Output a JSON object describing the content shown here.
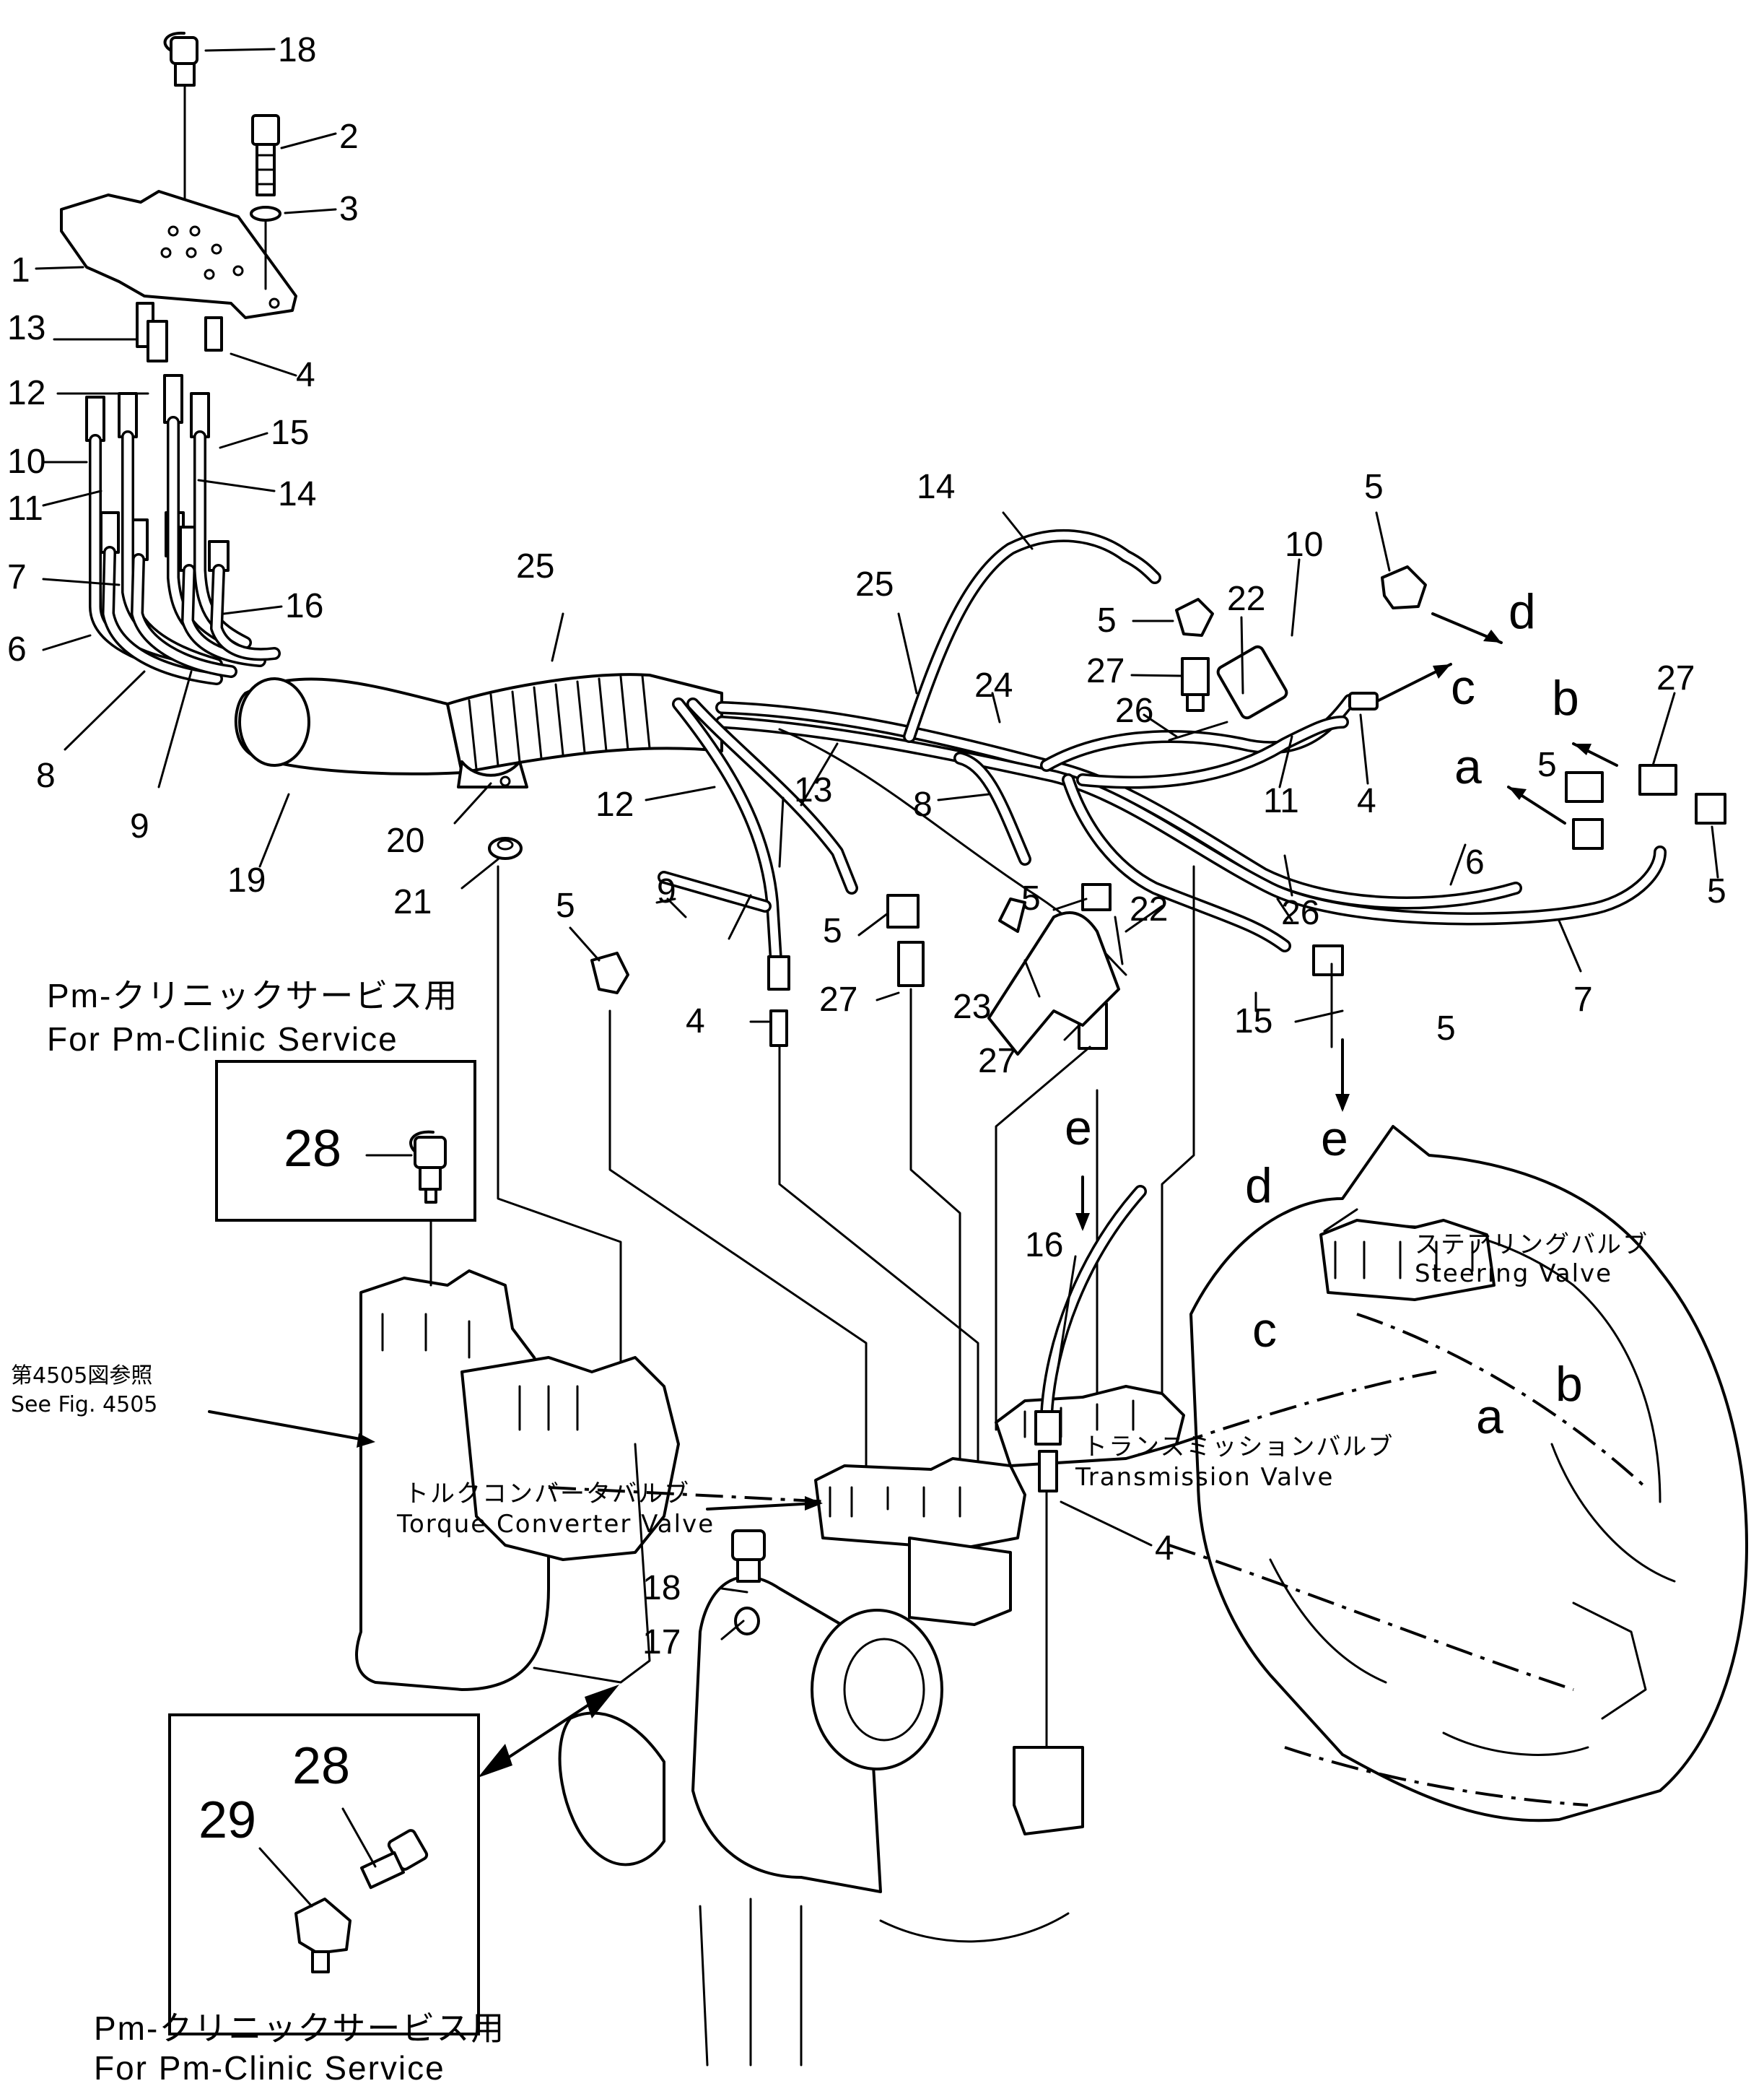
{
  "callouts": {
    "n1": "1",
    "n2": "2",
    "n3": "3",
    "n4": "4",
    "n5": "5",
    "n6": "6",
    "n7": "7",
    "n8": "8",
    "n9": "9",
    "n10": "10",
    "n11": "11",
    "n12": "12",
    "n13": "13",
    "n14": "14",
    "n15": "15",
    "n16": "16",
    "n17": "17",
    "n18": "18",
    "n19": "19",
    "n20": "20",
    "n21": "21",
    "n22": "22",
    "n23": "23",
    "n24": "24",
    "n25": "25",
    "n26": "26",
    "n27": "27",
    "n28": "28",
    "n29": "29"
  },
  "connection_letters": {
    "a": "a",
    "b": "b",
    "c": "c",
    "d": "d",
    "e": "e"
  },
  "captions": {
    "pm_clinic_jp": "Pm-クリニックサービス用",
    "pm_clinic_en": "For Pm-Clinic Service",
    "see_fig_jp": "第4505図参照",
    "see_fig_en": "See Fig. 4505",
    "torque_converter_jp": "トルクコンバータバルブ",
    "torque_converter_en": "Torque Converter Valve",
    "transmission_jp": "トランスミッションバルブ",
    "transmission_en": "Transmission Valve",
    "steering_jp": "ステアリングバルブ",
    "steering_en": "Steering Valve"
  },
  "colors": {
    "ink": "#000000",
    "paper": "#ffffff"
  }
}
